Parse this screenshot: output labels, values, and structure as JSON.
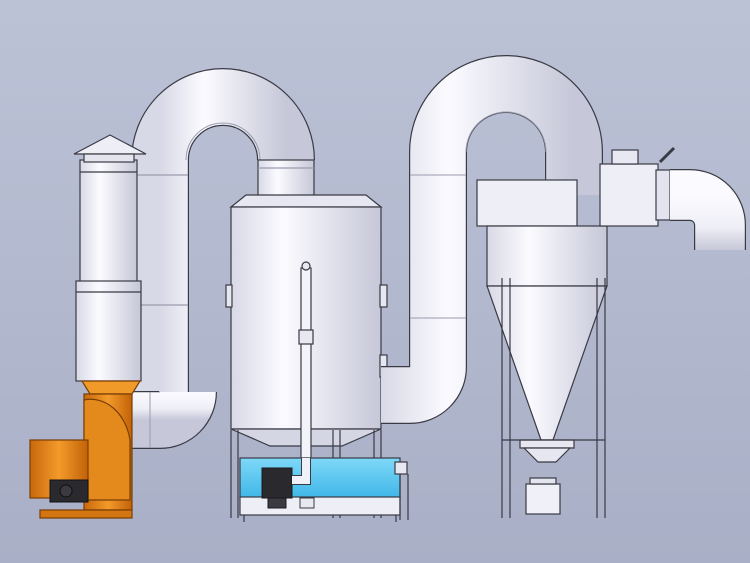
{
  "scene": {
    "background_top": "#bcc2d6",
    "background_bottom": "#a9afc6",
    "pipe_color": "#f4f4fa",
    "pipe_shade": "#c9cadb",
    "outline": "#3a3a44",
    "fan_color": "#e8860f",
    "fan_shade": "#b8620a",
    "water_color": "#58c9f2",
    "motor_color": "#2a2a2e"
  },
  "components": {
    "rain_cap": "rain-cap",
    "exhaust_stack": "exhaust-stack",
    "centrifugal_fan": "centrifugal-fan",
    "fan_motor": "fan-motor",
    "duct_loop_left": "duct-loop-left",
    "spray_tower": "spray-tower",
    "water_tank": "water-tank",
    "circulation_pump": "circulation-pump",
    "duct_loop_right": "duct-loop-right",
    "cyclone_separator": "cyclone-separator",
    "dust_bin": "dust-bin",
    "inlet_elbow": "inlet-elbow"
  }
}
